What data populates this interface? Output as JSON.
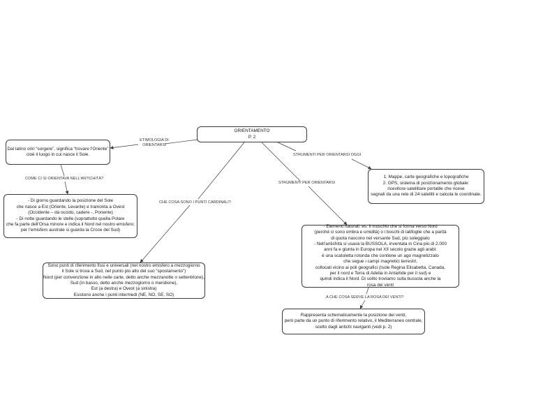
{
  "colors": {
    "background": "#ffffff",
    "node_border": "#3a3a3a",
    "link": "#3a3a3a",
    "text": "#1a1a1a"
  },
  "nodes": {
    "root": {
      "lines": [
        "ORIENTAMENTO",
        "P. 2"
      ]
    },
    "etymology": {
      "lines": [
        "Dal latino oriri “sorgere”, significa “trovare l’Oriente”",
        "cioè il luogo in cui nasce il Sole."
      ]
    },
    "ancient": {
      "lines": [
        "- Di giorno guardando la posizione del Sole",
        "che nasce a Est (Oriente, Levante) e tramonta a Ovest",
        "(Occidente – da occido, cadere -, Ponente)",
        "- Di notte guardando le stelle (soprattutto quella Polare",
        "che fa parte dell’Orsa minore e indica il Nord nel nostro emisfero;",
        "per l’emisfero australe si guarda la Croce del Sud)"
      ]
    },
    "cardinal": {
      "lines": [
        "Sono punti di riferimento fissi e universali (nel nostro emisfero a mezzogiorno",
        "il Sole si trova a Sud, nel punto più alto del suo “spostamento”)",
        "Nord (per convenzione in alto nelle carte, detto anche mezzanotte o settentrione),",
        "Sud (in basso, detto anche mezzogiorno o meridione),",
        "Est (a destra) e Ovest (a sinistra)",
        "Esistono anche i punti intermedi (NE, NO, SE, SO)"
      ]
    },
    "tools_today": {
      "lines": [
        "1. Mappe, carte geografiche e topografiche",
        "2. GPS, sistema di posizionamento globale:",
        "ricevitore satellitare portatile che riceve",
        "segnali da una rete di 24 satelliti e calcola le coordinate."
      ]
    },
    "tools": {
      "lines": [
        "- Elementi naturali: es. il muschio che si forma verso Nord",
        "(perché ci sono ombra e umidità) o i boschi di latifoglie che a parità",
        "di quota nascono nel versante Sud, più soleggiato",
        "- Nell’antichità si usava la BUSSOLA, inventata in Cina più di 2.000",
        "anni fa e giunta in Europa nel XII secolo grazie agli arabi:",
        "è una scatoletta rotonda che contiene un ago magnetizzato",
        "che segue i campi magnetici terrestri,",
        "collocati vicino ai poli geografici (Isole Regina Elisabetta, Canada,",
        "per il nord e Terra di Adelia in Antartide per il sud) e",
        "quindi indica il Nord. Di solito troviamo sulla bussola anche la",
        "rosa dei venti"
      ]
    },
    "wind_rose": {
      "lines": [
        "Rappresenta schematicamente la posizione dei venti,",
        "però parte da un punto di riferimento relativo, il Mediterraneo centrale,",
        "scelto dagli antichi naviganti (vedi p. 2)"
      ]
    }
  },
  "links": {
    "etymology": {
      "lines": [
        "ETIMOLOGIA DI",
        "ORIENTARSI"
      ]
    },
    "ancient": {
      "lines": [
        "COME CI SI ORIENTAVA NELL’ANTICHITÀ?"
      ]
    },
    "cardinal": {
      "lines": [
        "CHE COSA SONO I PUNTI CARDINALI?"
      ]
    },
    "tools": {
      "lines": [
        "STRUMENTI PER ORIENTARSI"
      ]
    },
    "tools_today": {
      "lines": [
        "STRUMENTI PER ORIENTARSI OGGI"
      ]
    },
    "wind_rose": {
      "lines": [
        "A CHE COSA SERVE LA ROSA DEI VENTI?"
      ]
    }
  }
}
